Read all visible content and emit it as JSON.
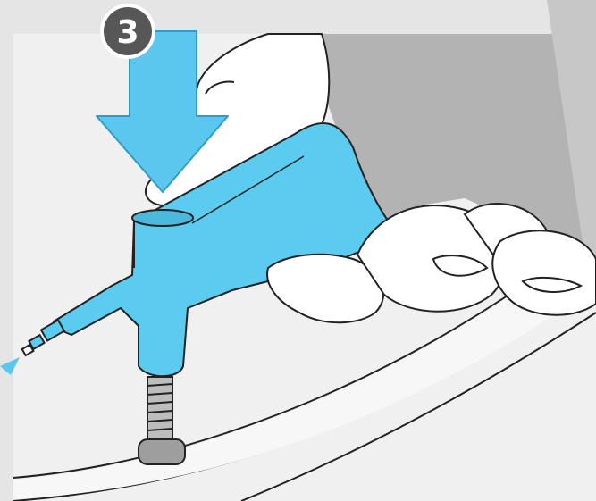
{
  "step": {
    "number": "3"
  },
  "colors": {
    "background": "#e5e5e5",
    "panel": "#f0f0f0",
    "shadow": "#b3b3b3",
    "tool_blue": "#5ccbf0",
    "arrow_blue": "#5bc7ee",
    "outline": "#222222",
    "badge": "#575757",
    "glove": "#ffffff",
    "bolt": "#bdbdbd"
  },
  "icons": [
    "step-badge",
    "press-down-arrow",
    "air-flow-arrow"
  ]
}
